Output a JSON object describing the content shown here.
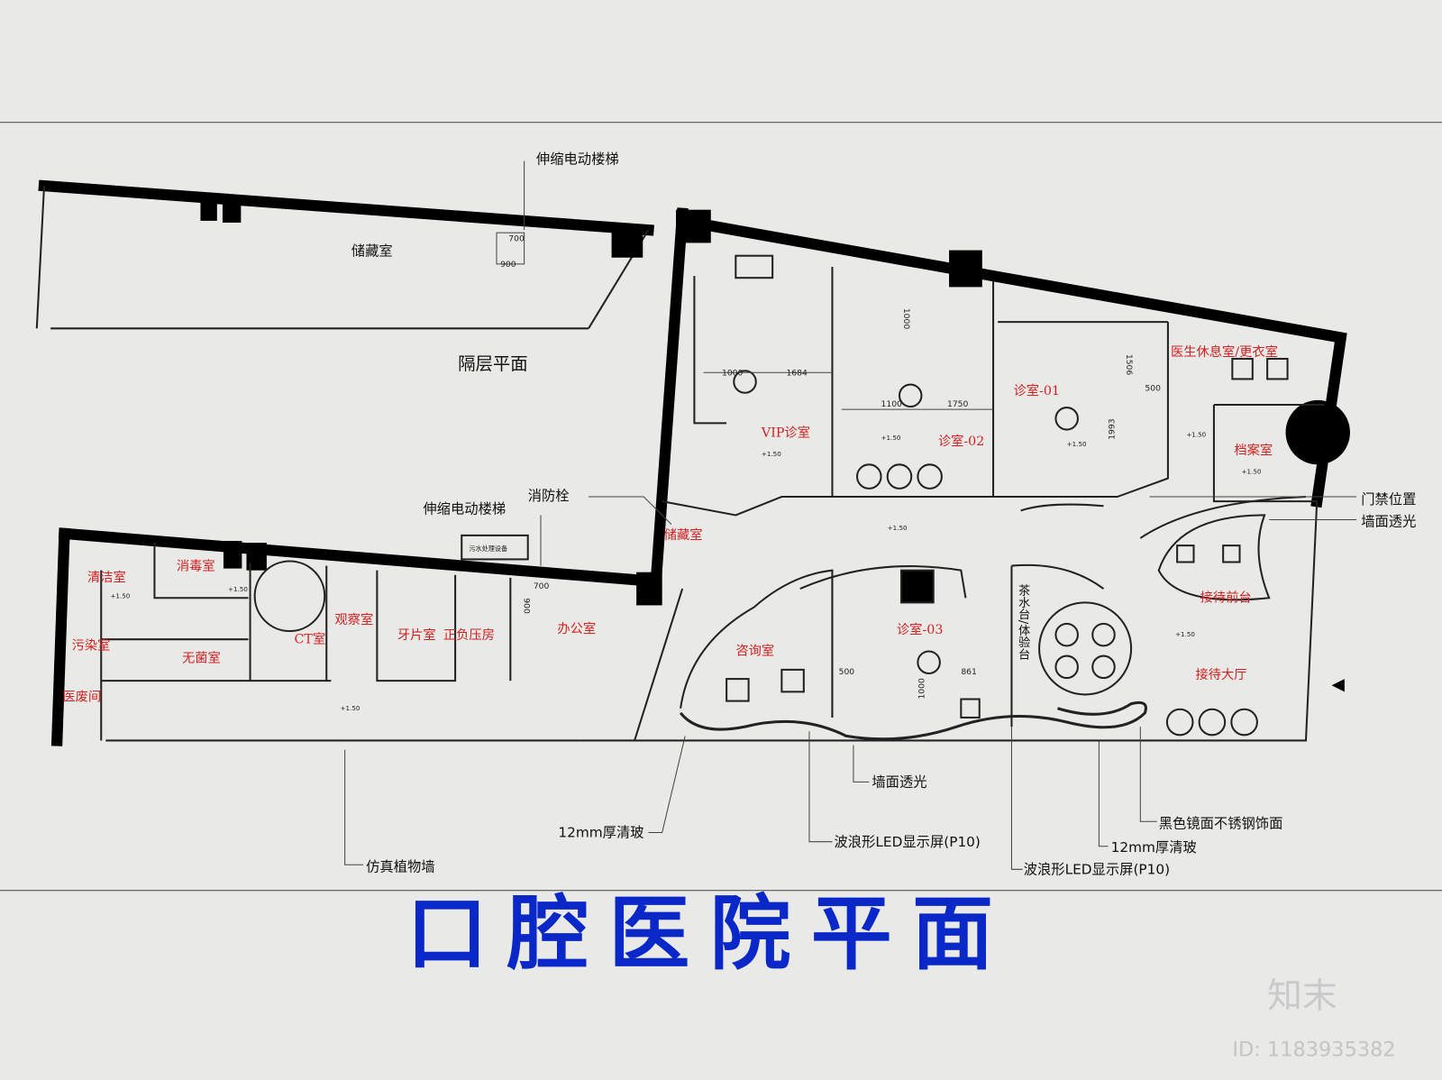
{
  "mezzanine": {
    "title": "隔层平面",
    "storage": "储藏室",
    "stair_label": "伸缩电动楼梯",
    "dims": [
      "700",
      "900"
    ]
  },
  "rooms": {
    "vip": "VIP诊室",
    "room02": "诊室-02",
    "room01": "诊室-01",
    "rest": "医生休息室/更衣室",
    "archive": "档案室",
    "storage": "储藏室",
    "room03": "诊室-03",
    "consult": "咨询室",
    "tea": "茶水台/体验台",
    "reception_desk": "接待前台",
    "lobby": "接待大厅",
    "clean": "清洁室",
    "disinfect": "消毒室",
    "contaminated": "污染室",
    "sterile": "无菌室",
    "waste": "医废间",
    "ct": "CT室",
    "observe": "观察室",
    "xray": "牙片室",
    "pressure": "正负压房",
    "office": "办公室"
  },
  "equipment": {
    "sewage": "污水处理设备"
  },
  "dimensions": {
    "d1000a": "1000",
    "d1684": "1684",
    "d1000b": "1000",
    "d1100": "1100",
    "d1750": "1750",
    "d1506": "1506",
    "d500a": "500",
    "d1993": "1993",
    "d500b": "500",
    "d861": "861",
    "d1000c": "1000",
    "d700": "700",
    "d900": "900"
  },
  "level": "+1.50",
  "callouts": {
    "fire_hydrant": "消防栓",
    "stair": "伸缩电动楼梯",
    "access": "门禁位置",
    "wall_light_r": "墙面透光",
    "wall_light_b": "墙面透光",
    "glass_l": "12mm厚清玻",
    "led1": "波浪形LED显示屏(P10)",
    "led2": "波浪形LED显示屏(P10)",
    "steel": "黑色镜面不锈钢饰面",
    "glass_r": "12mm厚清玻",
    "plant_wall": "仿真植物墙"
  },
  "title": "口腔医院平面",
  "watermark": {
    "brand": "知末",
    "id": "ID: 1183935382"
  },
  "colors": {
    "title": "#0a28c8",
    "room_label": "#d42020",
    "wall": "#000000",
    "background": "#e9e9e7"
  }
}
